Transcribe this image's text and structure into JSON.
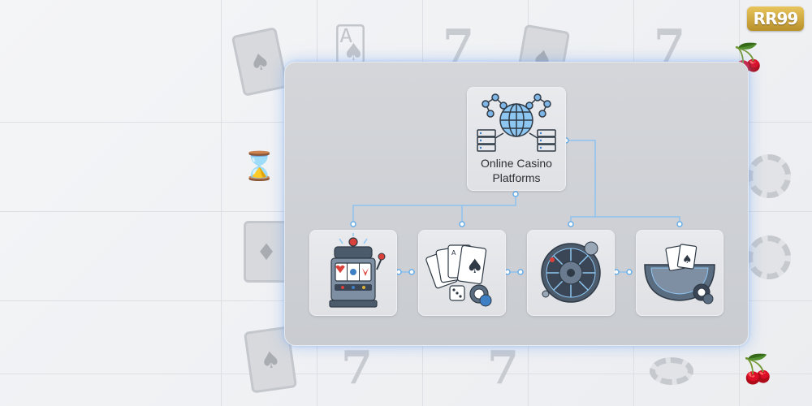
{
  "brand": {
    "logo_text": "RR99"
  },
  "diagram": {
    "root": {
      "label_line1": "Online Casino",
      "label_line2": "Platforms",
      "icon": "globe-network-icon"
    },
    "children": [
      {
        "icon": "slot-machine-icon"
      },
      {
        "icon": "cards-dice-chips-icon"
      },
      {
        "icon": "roulette-wheel-icon"
      },
      {
        "icon": "blackjack-table-icon"
      }
    ]
  },
  "colors": {
    "connector": "#8ec2f0",
    "accent": "#3f7fc4",
    "panel": "#cfd2d6",
    "glow": "#7aaaf0"
  }
}
